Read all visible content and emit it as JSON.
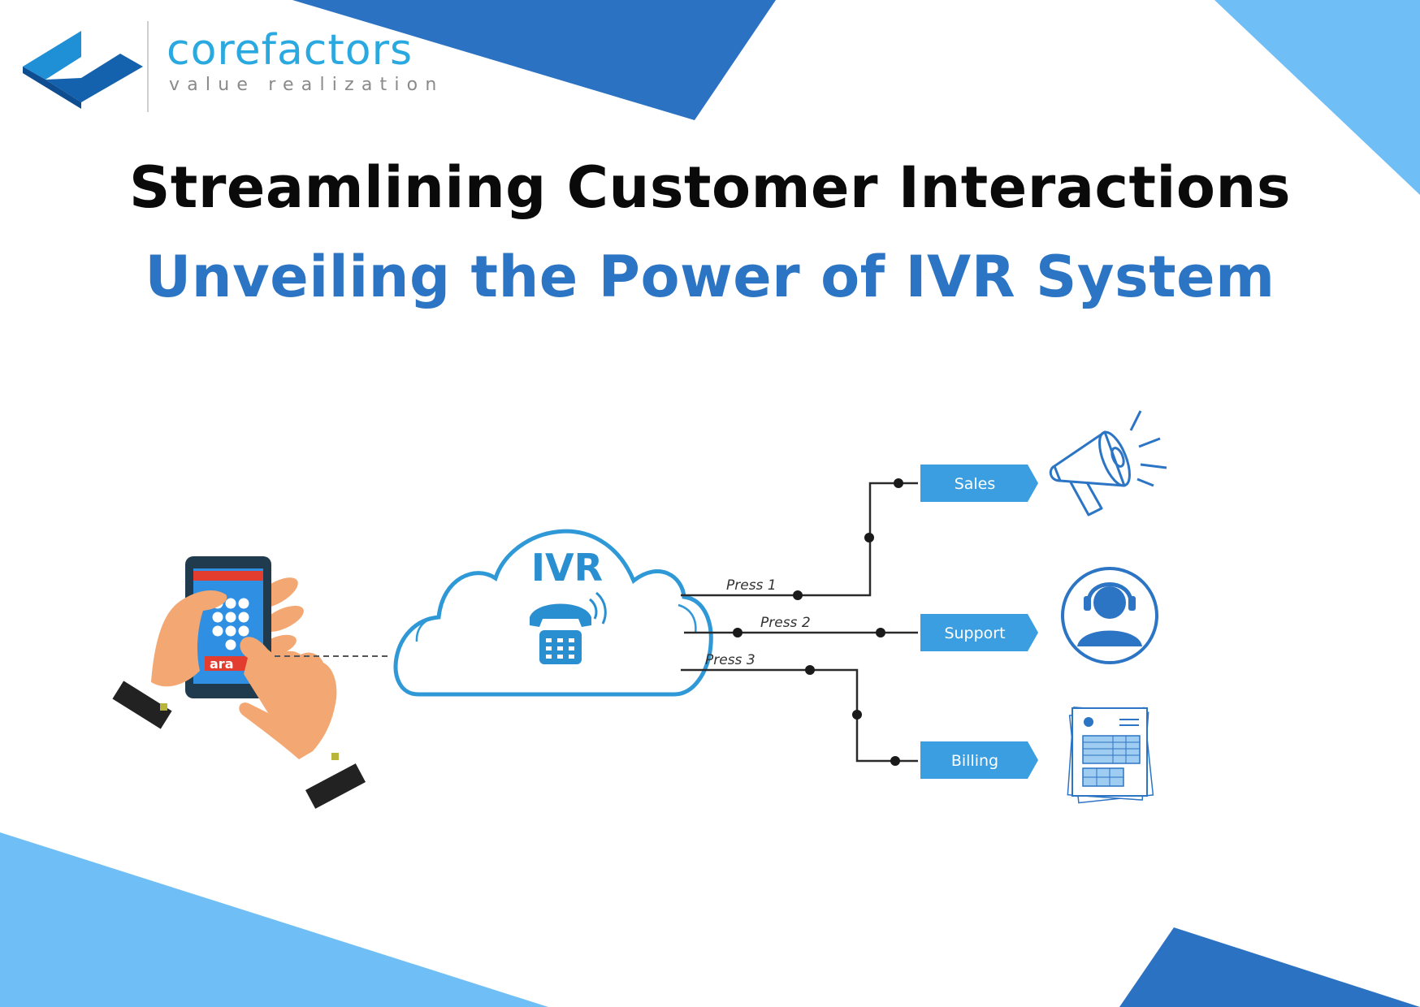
{
  "logo": {
    "brand": "corefactors",
    "tagline": "value realization"
  },
  "heading": {
    "line1": "Streamlining Customer Interactions",
    "line2": "Unveiling the Power of IVR System"
  },
  "diagram": {
    "cloud_label": "IVR",
    "phone_screen_text": "ara",
    "routes": [
      {
        "press": "Press 1",
        "department": "Sales",
        "icon": "megaphone-icon"
      },
      {
        "press": "Press 2",
        "department": "Support",
        "icon": "headset-agent-icon"
      },
      {
        "press": "Press 3",
        "department": "Billing",
        "icon": "invoice-icon"
      }
    ]
  },
  "colors": {
    "accent_blue": "#2c74c4",
    "light_blue": "#6fbdf5",
    "route_box": "#3a9ee0",
    "brand_text": "#2aa8e0",
    "title_text": "#0a0a0a"
  }
}
